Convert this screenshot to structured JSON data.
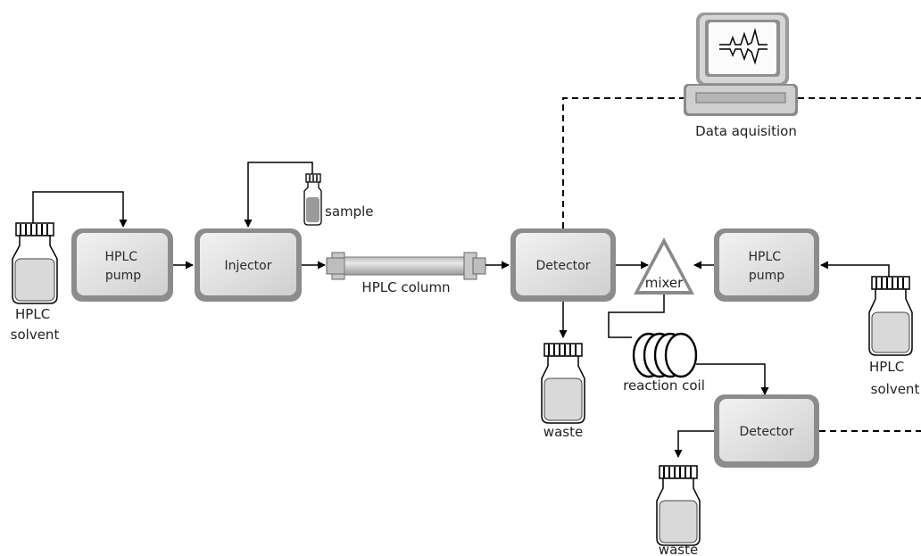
{
  "diagram": {
    "labels": {
      "hplc_solvent_left": [
        "HPLC",
        "solvent"
      ],
      "pump_left": [
        "HPLC",
        "pump"
      ],
      "injector": "Injector",
      "sample": "sample",
      "column": "HPLC column",
      "detector_main": "Detector",
      "data_acquisition": "Data aquisition",
      "mixer": "mixer",
      "pump_right": [
        "HPLC",
        "pump"
      ],
      "hplc_solvent_right": [
        "HPLC",
        "solvent"
      ],
      "waste_1": "waste",
      "reaction_coil": "reaction coil",
      "detector_second": "Detector",
      "waste_2": "waste"
    }
  }
}
